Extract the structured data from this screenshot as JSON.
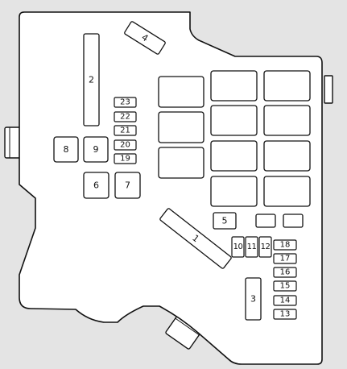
{
  "colors": {
    "background": "#e4e4e4",
    "panel_fill": "#ffffff",
    "outline": "#111111",
    "text": "#111111"
  },
  "fuses": [
    {
      "id": "f1",
      "label": "1"
    },
    {
      "id": "f2",
      "label": "2"
    },
    {
      "id": "f3",
      "label": "3"
    },
    {
      "id": "f4",
      "label": "4"
    },
    {
      "id": "f5",
      "label": "5"
    },
    {
      "id": "f6",
      "label": "6"
    },
    {
      "id": "f7",
      "label": "7"
    },
    {
      "id": "f8",
      "label": "8"
    },
    {
      "id": "f9",
      "label": "9"
    },
    {
      "id": "f10",
      "label": "10"
    },
    {
      "id": "f11",
      "label": "11"
    },
    {
      "id": "f12",
      "label": "12"
    },
    {
      "id": "f13",
      "label": "13"
    },
    {
      "id": "f14",
      "label": "14"
    },
    {
      "id": "f15",
      "label": "15"
    },
    {
      "id": "f16",
      "label": "16"
    },
    {
      "id": "f17",
      "label": "17"
    },
    {
      "id": "f18",
      "label": "18"
    },
    {
      "id": "f19",
      "label": "19"
    },
    {
      "id": "f20",
      "label": "20"
    },
    {
      "id": "f21",
      "label": "21"
    },
    {
      "id": "f22",
      "label": "22"
    },
    {
      "id": "f23",
      "label": "23"
    }
  ]
}
